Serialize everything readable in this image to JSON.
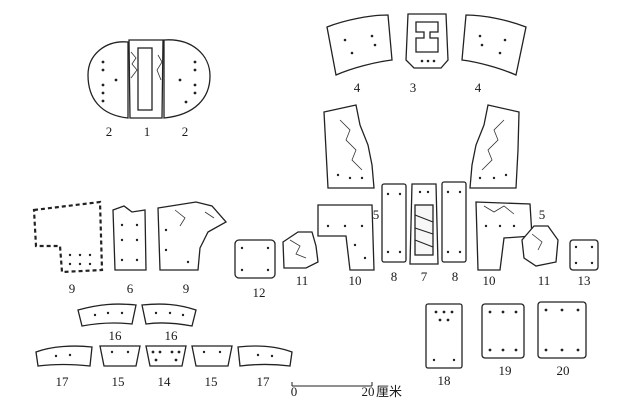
{
  "figure": {
    "labels": {
      "p1": "1",
      "p2_left": "2",
      "p2_right": "2",
      "p3": "3",
      "p4_left": "4",
      "p4_right": "4",
      "p5_left": "5",
      "p5_right": "5",
      "p6": "6",
      "p7": "7",
      "p8_left": "8",
      "p8_right": "8",
      "p9_left": "9",
      "p9_right": "9",
      "p10_left": "10",
      "p10_right": "10",
      "p11_left": "11",
      "p11_right": "11",
      "p12": "12",
      "p13": "13",
      "p14": "14",
      "p15_left": "15",
      "p15_right": "15",
      "p16_left": "16",
      "p16_right": "16",
      "p17_left": "17",
      "p17_right": "17",
      "p18": "18",
      "p19": "19",
      "p20": "20"
    },
    "scale_bar": {
      "start_label": "0",
      "end_label": "20",
      "unit": "厘米"
    }
  }
}
